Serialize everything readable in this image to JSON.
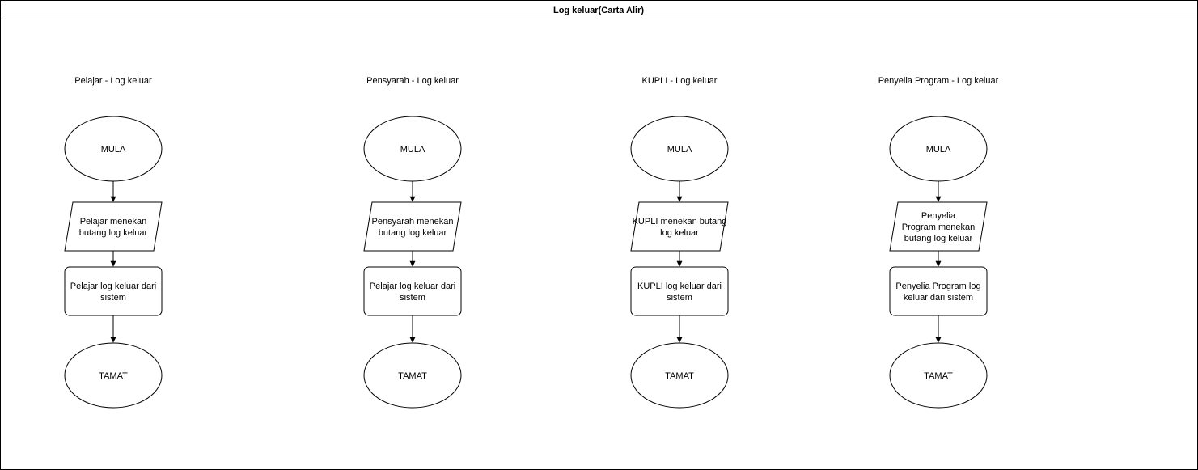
{
  "title": "Log keluar(Carta Alir)",
  "columns": [
    {
      "heading": "Pelajar - Log keluar",
      "start": "MULA",
      "input": [
        "Pelajar menekan",
        "butang log keluar"
      ],
      "process": [
        "Pelajar log keluar dari",
        "sistem"
      ],
      "end": "TAMAT"
    },
    {
      "heading": "Pensyarah - Log keluar",
      "start": "MULA",
      "input": [
        "Pensyarah menekan",
        "butang log keluar"
      ],
      "process": [
        "Pelajar log keluar dari",
        "sistem"
      ],
      "end": "TAMAT"
    },
    {
      "heading": "KUPLI - Log keluar",
      "start": "MULA",
      "input": [
        "KUPLI menekan butang",
        "log keluar"
      ],
      "process": [
        "KUPLI log keluar dari",
        "sistem"
      ],
      "end": "TAMAT"
    },
    {
      "heading": "Penyelia Program - Log keluar",
      "start": "MULA",
      "input": [
        "Penyelia",
        "Program menekan",
        "butang log keluar"
      ],
      "process": [
        "Penyelia Program log",
        "keluar dari sistem"
      ],
      "end": "TAMAT"
    }
  ]
}
